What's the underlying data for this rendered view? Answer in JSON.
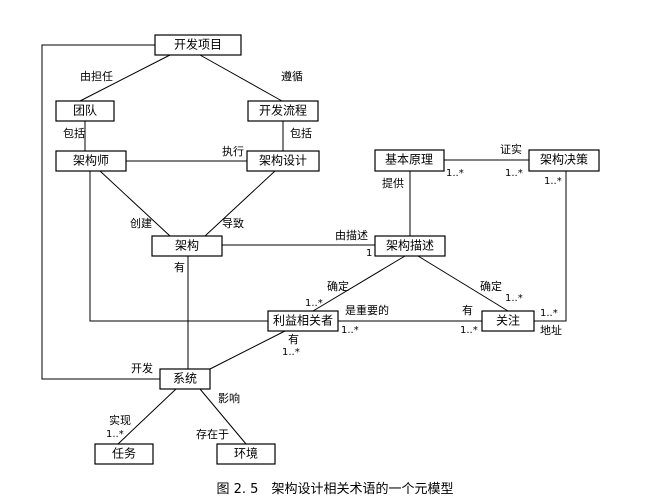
{
  "nodes": {
    "project": "开发项目",
    "team": "团队",
    "devprocess": "开发流程",
    "architect": "架构师",
    "archdesign": "架构设计",
    "principle": "基本原理",
    "decision": "架构决策",
    "architecture": "架构",
    "archdesc": "架构描述",
    "stakeholder": "利益相关者",
    "concern": "关注",
    "system": "系统",
    "task": "任务",
    "environment": "环境"
  },
  "labels": {
    "borne_by": "由担任",
    "follows": "遵循",
    "includes_left": "包括",
    "includes_right": "包括",
    "executes": "执行",
    "justifies": "证实",
    "provides": "提供",
    "creates": "创建",
    "leads_to": "导致",
    "described_by": "由描述",
    "has_arch": "有",
    "determines_left": "确定",
    "determines_right": "确定",
    "important_to": "是重要的",
    "has_concern": "有",
    "addresses": "地址",
    "has_stakeholder": "有",
    "develops": "开发",
    "realizes": "实现",
    "influences": "影响",
    "exists_in": "存在于"
  },
  "multiplicities": {
    "principle_decision_left": "1..*",
    "principle_decision_right": "1..*",
    "decision_concern_top": "1..*",
    "arch_desc_one": "1",
    "stakeholder_desc": "1..*",
    "concern_desc": "1..*",
    "stakeholder_concern_left": "1..*",
    "stakeholder_concern_right": "1..*",
    "concern_decision": "1..*",
    "stakeholder_system": "1..*",
    "task_system": "1..*"
  },
  "caption": "图 2. 5　架构设计相关术语的一个元模型"
}
